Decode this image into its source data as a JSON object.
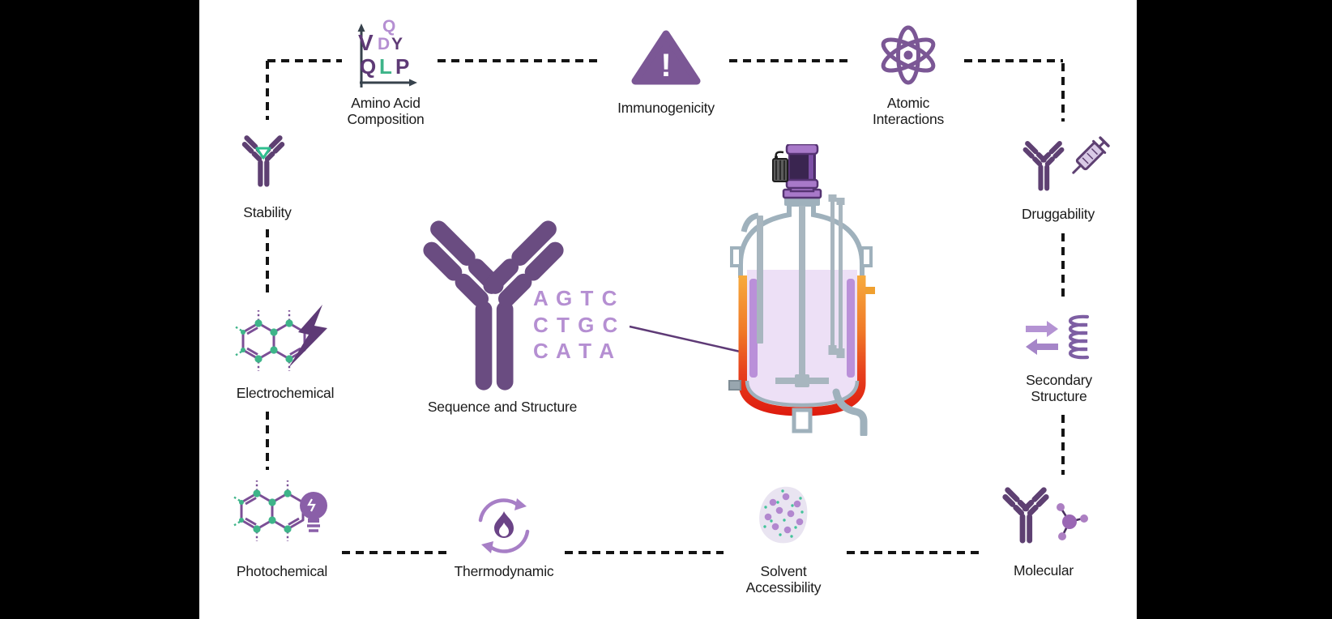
{
  "title": "Antibody developability and manufacturing attributes diagram",
  "center": {
    "label": "Sequence and Structure",
    "sequence": [
      "A G T C",
      "C T G C",
      "C A T A"
    ]
  },
  "nodes": {
    "amino_acid_composition": {
      "label_lines": [
        "Amino Acid",
        "Composition"
      ]
    },
    "immunogenicity": {
      "label_lines": [
        "Immunogenicity"
      ]
    },
    "atomic_interactions": {
      "label_lines": [
        "Atomic",
        "Interactions"
      ]
    },
    "druggability": {
      "label_lines": [
        "Druggability"
      ]
    },
    "secondary_structure": {
      "label_lines": [
        "Secondary",
        "Structure"
      ]
    },
    "molecular": {
      "label_lines": [
        "Molecular"
      ]
    },
    "solvent_accessibility": {
      "label_lines": [
        "Solvent",
        "Accessibility"
      ]
    },
    "thermodynamic": {
      "label_lines": [
        "Thermodynamic"
      ]
    },
    "photochemical": {
      "label_lines": [
        "Photochemical"
      ]
    },
    "electrochemical": {
      "label_lines": [
        "Electrochemical"
      ]
    },
    "stability": {
      "label_lines": [
        "Stability"
      ]
    }
  },
  "amino_icon": {
    "letters": {
      "q_top": "Q",
      "v": "V",
      "d": "D",
      "y": "Y",
      "q_bottom": "Q",
      "l": "L",
      "p": "P"
    }
  },
  "immunogenicity_glyph": "!",
  "palette": {
    "purple_dark": "#5E3A76",
    "purple_mid": "#7B5795",
    "purple_light": "#B58FD2",
    "antibody_center": "#6A4C81",
    "antibody_side": "#5E4072",
    "green": "#3EB489",
    "dash": "#141414",
    "label_text": "#1B1B1B",
    "jacket_orange": "#F7AC3E",
    "jacket_red": "#DE1B0E",
    "tank_gray": "#9FB1BC",
    "liquid_lavender": "#EDE0F6",
    "baffle_purple": "#BA90D9",
    "motor_purple": "#A879C9"
  }
}
